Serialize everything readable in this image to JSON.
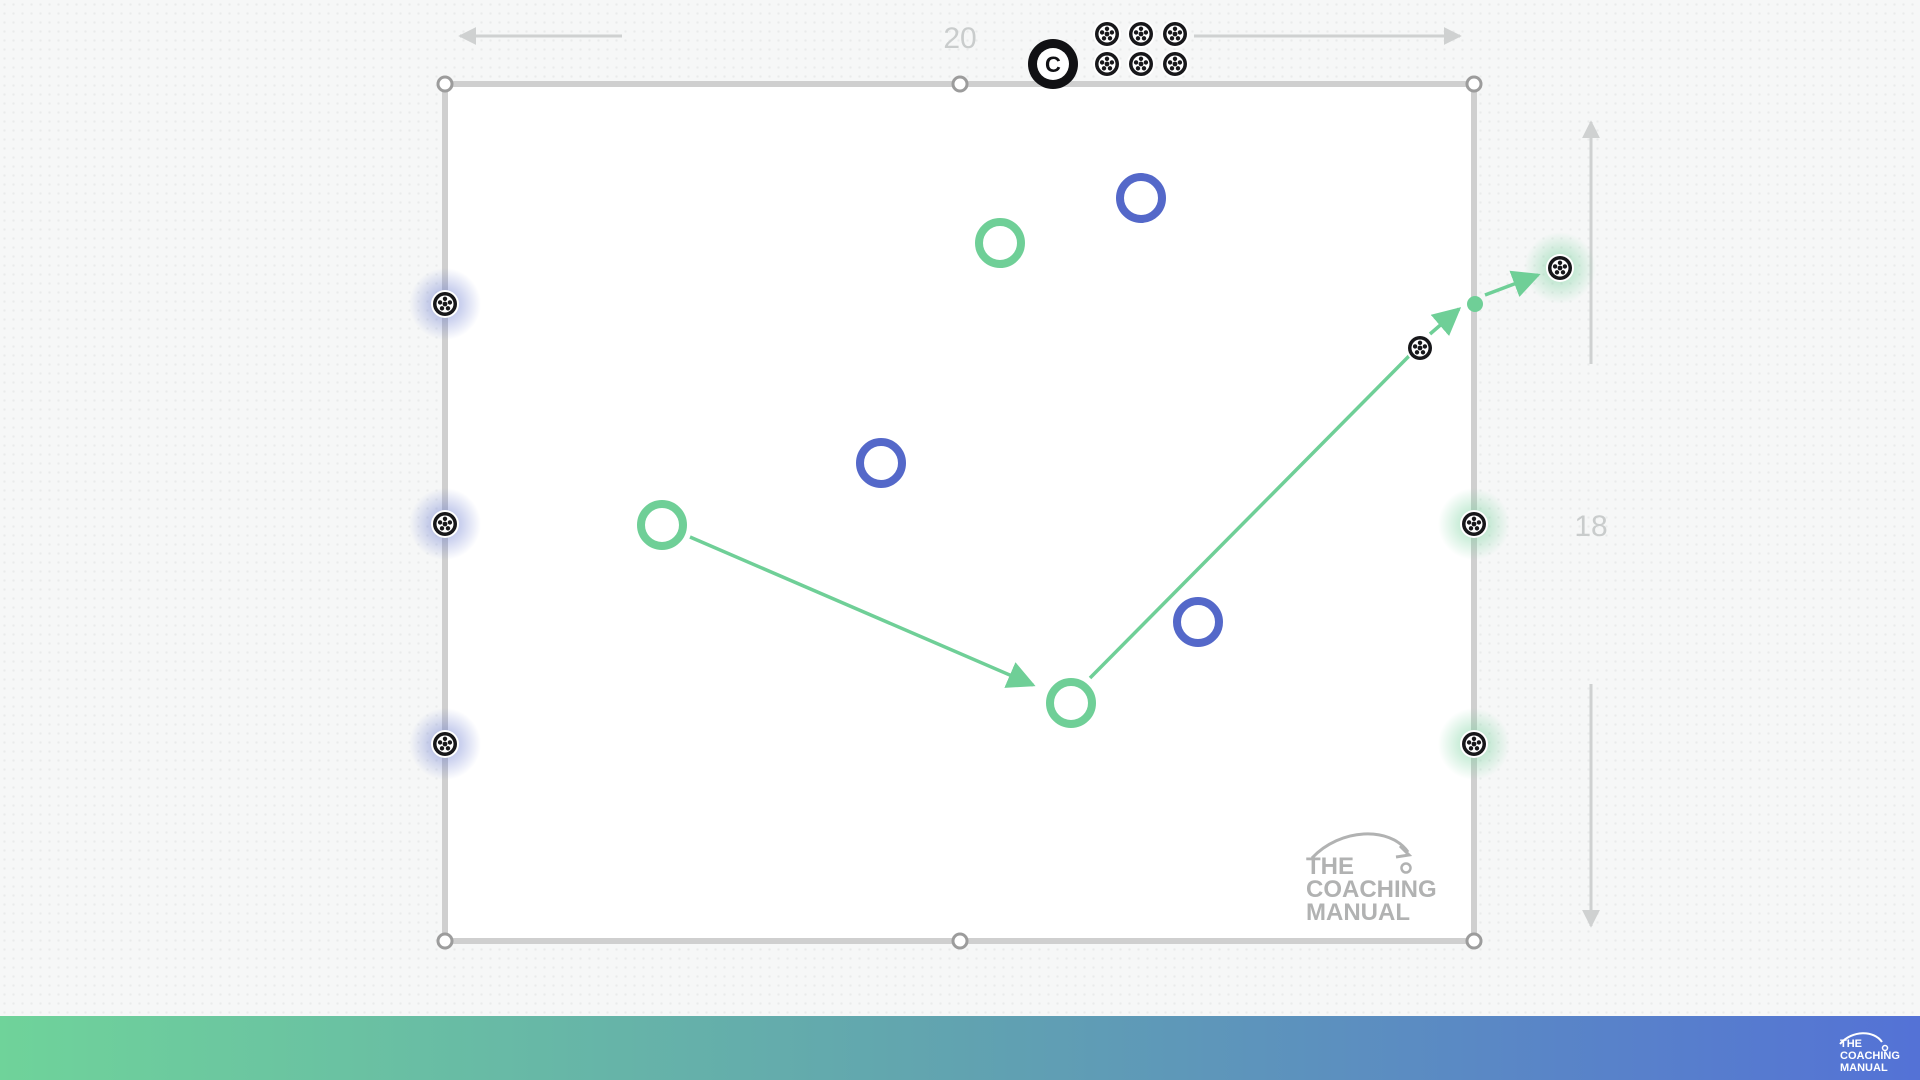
{
  "diagram": {
    "width_label": "20",
    "height_label": "18",
    "captain_badge": "C",
    "spare_balls_count": 6,
    "watermark": {
      "line1": "THE",
      "line2": "COACHING",
      "line3": "MANUAL"
    },
    "footer_logo": {
      "line1": "THE",
      "line2": "COACHING",
      "line3": "MANUAL"
    },
    "colors": {
      "team_green": "#6fcf97",
      "team_blue": "#5468c9",
      "boundary": "#cfcfcf",
      "pass_line": "#6fcf97",
      "bar_start": "#6fd39a",
      "bar_end": "#5472d6"
    },
    "players": [
      {
        "team": "green",
        "role": "attacker"
      },
      {
        "team": "green",
        "role": "attacker"
      },
      {
        "team": "green",
        "role": "attacker"
      },
      {
        "team": "blue",
        "role": "defender"
      },
      {
        "team": "blue",
        "role": "defender"
      },
      {
        "team": "blue",
        "role": "defender"
      }
    ],
    "perimeter_balls": [
      {
        "side": "left",
        "glow": "blue"
      },
      {
        "side": "left",
        "glow": "blue"
      },
      {
        "side": "left",
        "glow": "blue"
      },
      {
        "side": "right",
        "glow": "green"
      },
      {
        "side": "right",
        "glow": "green"
      },
      {
        "side": "outside-right",
        "glow": "green"
      }
    ],
    "icons": [
      "soccer-ball-icon",
      "cone-icon",
      "captain-icon",
      "arrow-icon"
    ]
  }
}
